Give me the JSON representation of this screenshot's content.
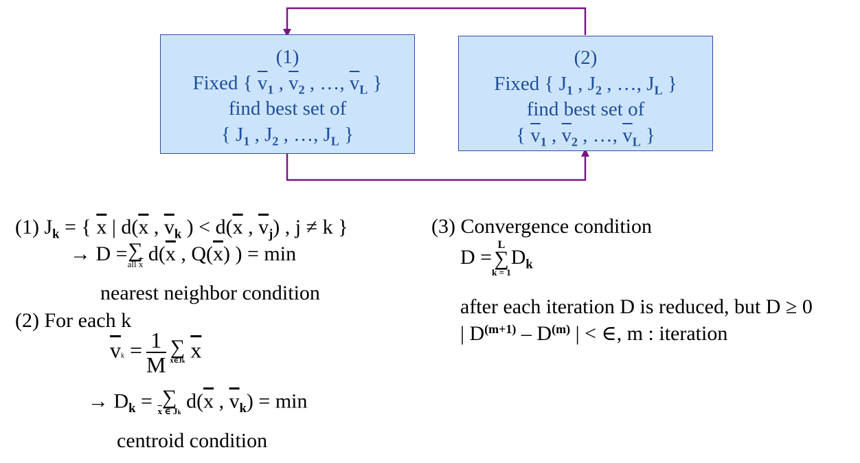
{
  "colors": {
    "box_fill": "#cce4fb",
    "box_border": "#3548a8",
    "box_text": "#1f4e9c",
    "arrow": "#7b1680"
  },
  "box1": {
    "step": "(1)",
    "fixed_prefix": "Fixed {",
    "v1": "v",
    "sub1": "1",
    "v2": "v",
    "sub2": "2",
    "dots": ", …,",
    "vL": "v",
    "subL": "L",
    "close": "}",
    "line3": "find best set of",
    "J1": "J",
    "J2": "J",
    "JL": "J",
    "open": "{"
  },
  "box2": {
    "step": "(2)",
    "fixed_prefix": "Fixed {",
    "line3": "find best set of"
  },
  "cond1": {
    "label": "(1)",
    "J": "J",
    "k": "k",
    "set_open": "= {",
    "x": "x",
    "bar": " | d(",
    "comma": " , ",
    "v": "v",
    "lt": " ) < d(",
    "j": "j",
    "tail": ") , j ≠ k }",
    "line2_prefix": "→ D =",
    "sum_limit": "all x",
    "line2_suffix": "d(x , Q(x) ) = min",
    "line3": "nearest neighbor condition"
  },
  "cond2": {
    "label": "(2) For each k",
    "frac_num": "1",
    "frac_den": "M",
    "sum_limit": "x∈J",
    "sum_limit_sub": "k",
    "line3_prefix": "→ D",
    "line3_sub": "k",
    "line3_mid": " = ",
    "line3_sum_limit": "x ∈ J",
    "line3_suffix": "d(x , v",
    "line3_end": ") = min",
    "line4": "centroid condition"
  },
  "cond3": {
    "label": "(3) Convergence condition",
    "D_eq": "D =",
    "sum_top": "L",
    "sum_bottom": "k = 1",
    "Dk": "D",
    "Dk_sub": "k",
    "line3": "after each iteration D is reduced, but D ≥ 0",
    "line4_a": "| D",
    "line4_sup1": "(m+1)",
    "line4_b": " – D",
    "line4_sup2": "(m)",
    "line4_c": " | < ∈, m : iteration"
  }
}
